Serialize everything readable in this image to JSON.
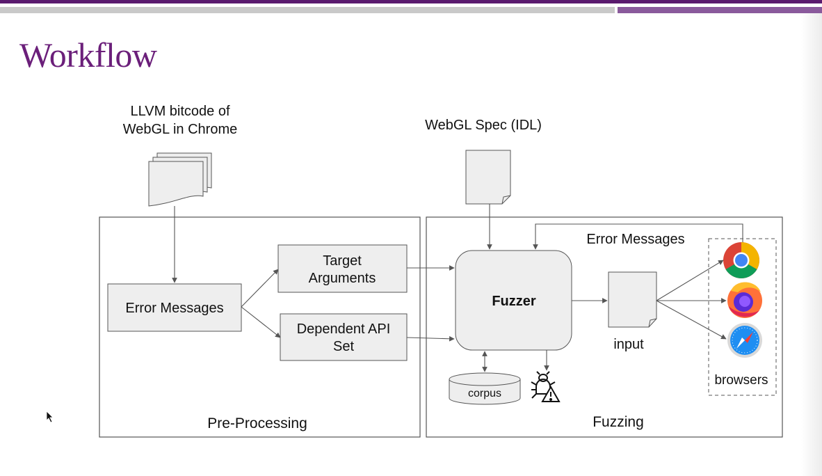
{
  "slide": {
    "title": "Workflow"
  },
  "diagram": {
    "inputs": {
      "llvm_line1": "LLVM bitcode of",
      "llvm_line2": "WebGL in Chrome",
      "spec": "WebGL Spec (IDL)"
    },
    "preprocessing": {
      "label": "Pre-Processing",
      "error_messages": "Error Messages",
      "target_line1": "Target",
      "target_line2": "Arguments",
      "dependent_line1": "Dependent API",
      "dependent_line2": "Set"
    },
    "fuzzing": {
      "label": "Fuzzing",
      "fuzzer": "Fuzzer",
      "feedback": "Error Messages",
      "input": "input",
      "corpus": "corpus",
      "browsers": "browsers",
      "browser_icons": [
        "chrome-icon",
        "firefox-icon",
        "safari-icon"
      ]
    },
    "colors": {
      "box_fill": "#eeeeee",
      "stroke": "#555555",
      "title": "#6b1f7a"
    }
  }
}
